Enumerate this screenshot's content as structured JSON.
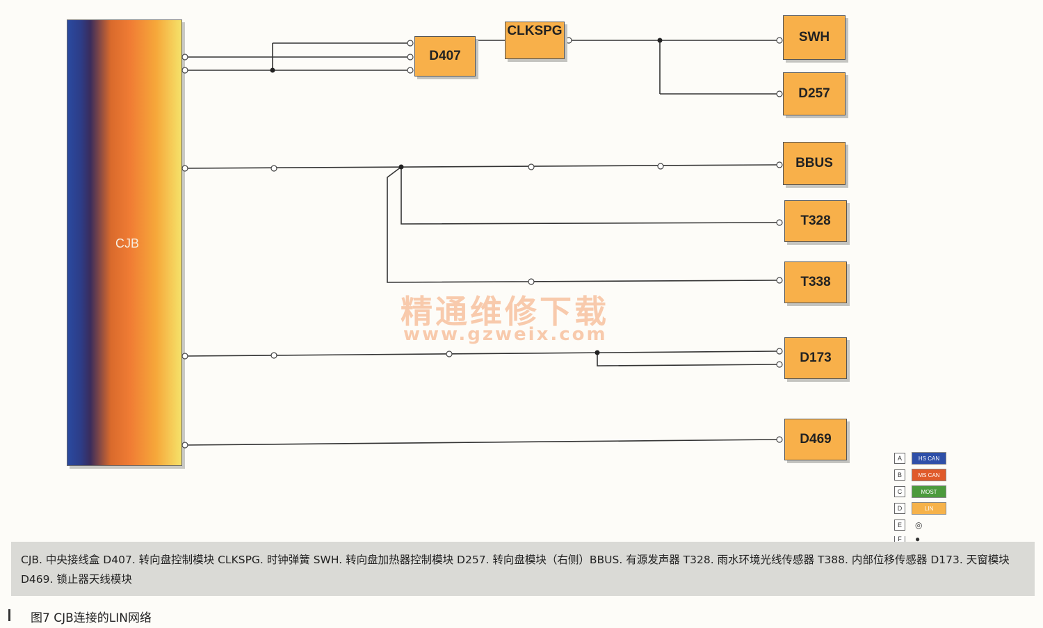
{
  "diagram": {
    "cjb_label": "CJB",
    "modules": {
      "d407": "D407",
      "clkspg": "CLKSPG",
      "swh": "SWH",
      "d257": "D257",
      "bbus": "BBUS",
      "t328": "T328",
      "t338": "T338",
      "d173": "D173",
      "d469": "D469"
    },
    "colors": {
      "module_fill": "#f8b04a",
      "wire": "#333333"
    }
  },
  "watermark": {
    "chinese": "精通维修下载",
    "url": "www.gzweix.com"
  },
  "legend": {
    "items": [
      {
        "letter": "A",
        "label": "HS CAN",
        "color": "#2e4fa8"
      },
      {
        "letter": "B",
        "label": "MS CAN",
        "color": "#e05a2a"
      },
      {
        "letter": "C",
        "label": "MOST",
        "color": "#4c9a3c"
      },
      {
        "letter": "D",
        "label": "LIN",
        "color": "#f6b24a"
      },
      {
        "letter": "E",
        "symbol": "connector-icon"
      },
      {
        "letter": "F",
        "symbol": "splice-dot-icon"
      }
    ]
  },
  "caption": {
    "text": "CJB. 中央接线盒  D407. 转向盘控制模块  CLKSPG. 时钟弹簧  SWH. 转向盘加热器控制模块 D257. 转向盘模块（右侧）BBUS. 有源发声器  T328. 雨水环境光线传感器  T388. 内部位移传感器  D173. 天窗模块  D469. 锁止器天线模块"
  },
  "figure": {
    "title": "图7  CJB连接的LIN网络"
  }
}
